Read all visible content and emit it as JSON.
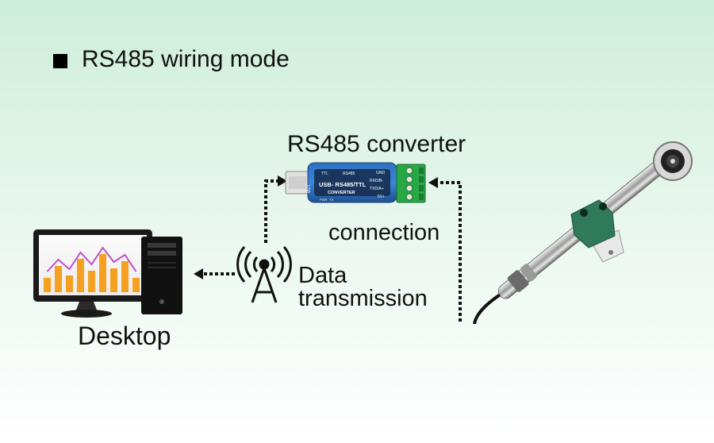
{
  "heading": {
    "text": "RS485 wiring mode"
  },
  "converter": {
    "label": "RS485 converter",
    "body_text_main": "USB- RS485/TTL",
    "body_text_sub": "CONVERTER",
    "top_labels": [
      "TTL",
      "RS485"
    ],
    "pin_labels": [
      "GND",
      "RXD/B-",
      "TXD/A+",
      "5V+"
    ],
    "side_label": "USB",
    "led_labels": [
      "PWR",
      "TX"
    ]
  },
  "connection": {
    "label": "connection"
  },
  "wireless": {
    "line1": "Data",
    "line2": "transmission"
  },
  "computer": {
    "label": "Desktop"
  },
  "chart_on_screen": {
    "bar_heights": [
      0.3,
      0.55,
      0.35,
      0.7,
      0.45,
      0.8,
      0.5,
      0.65,
      0.3
    ]
  },
  "colors": {
    "background_top": "#cdeed9",
    "terminal_green": "#27a844",
    "clamp_green": "#2f7a5a",
    "bar_orange": "#f5a020",
    "line_purple": "#c050c8"
  }
}
